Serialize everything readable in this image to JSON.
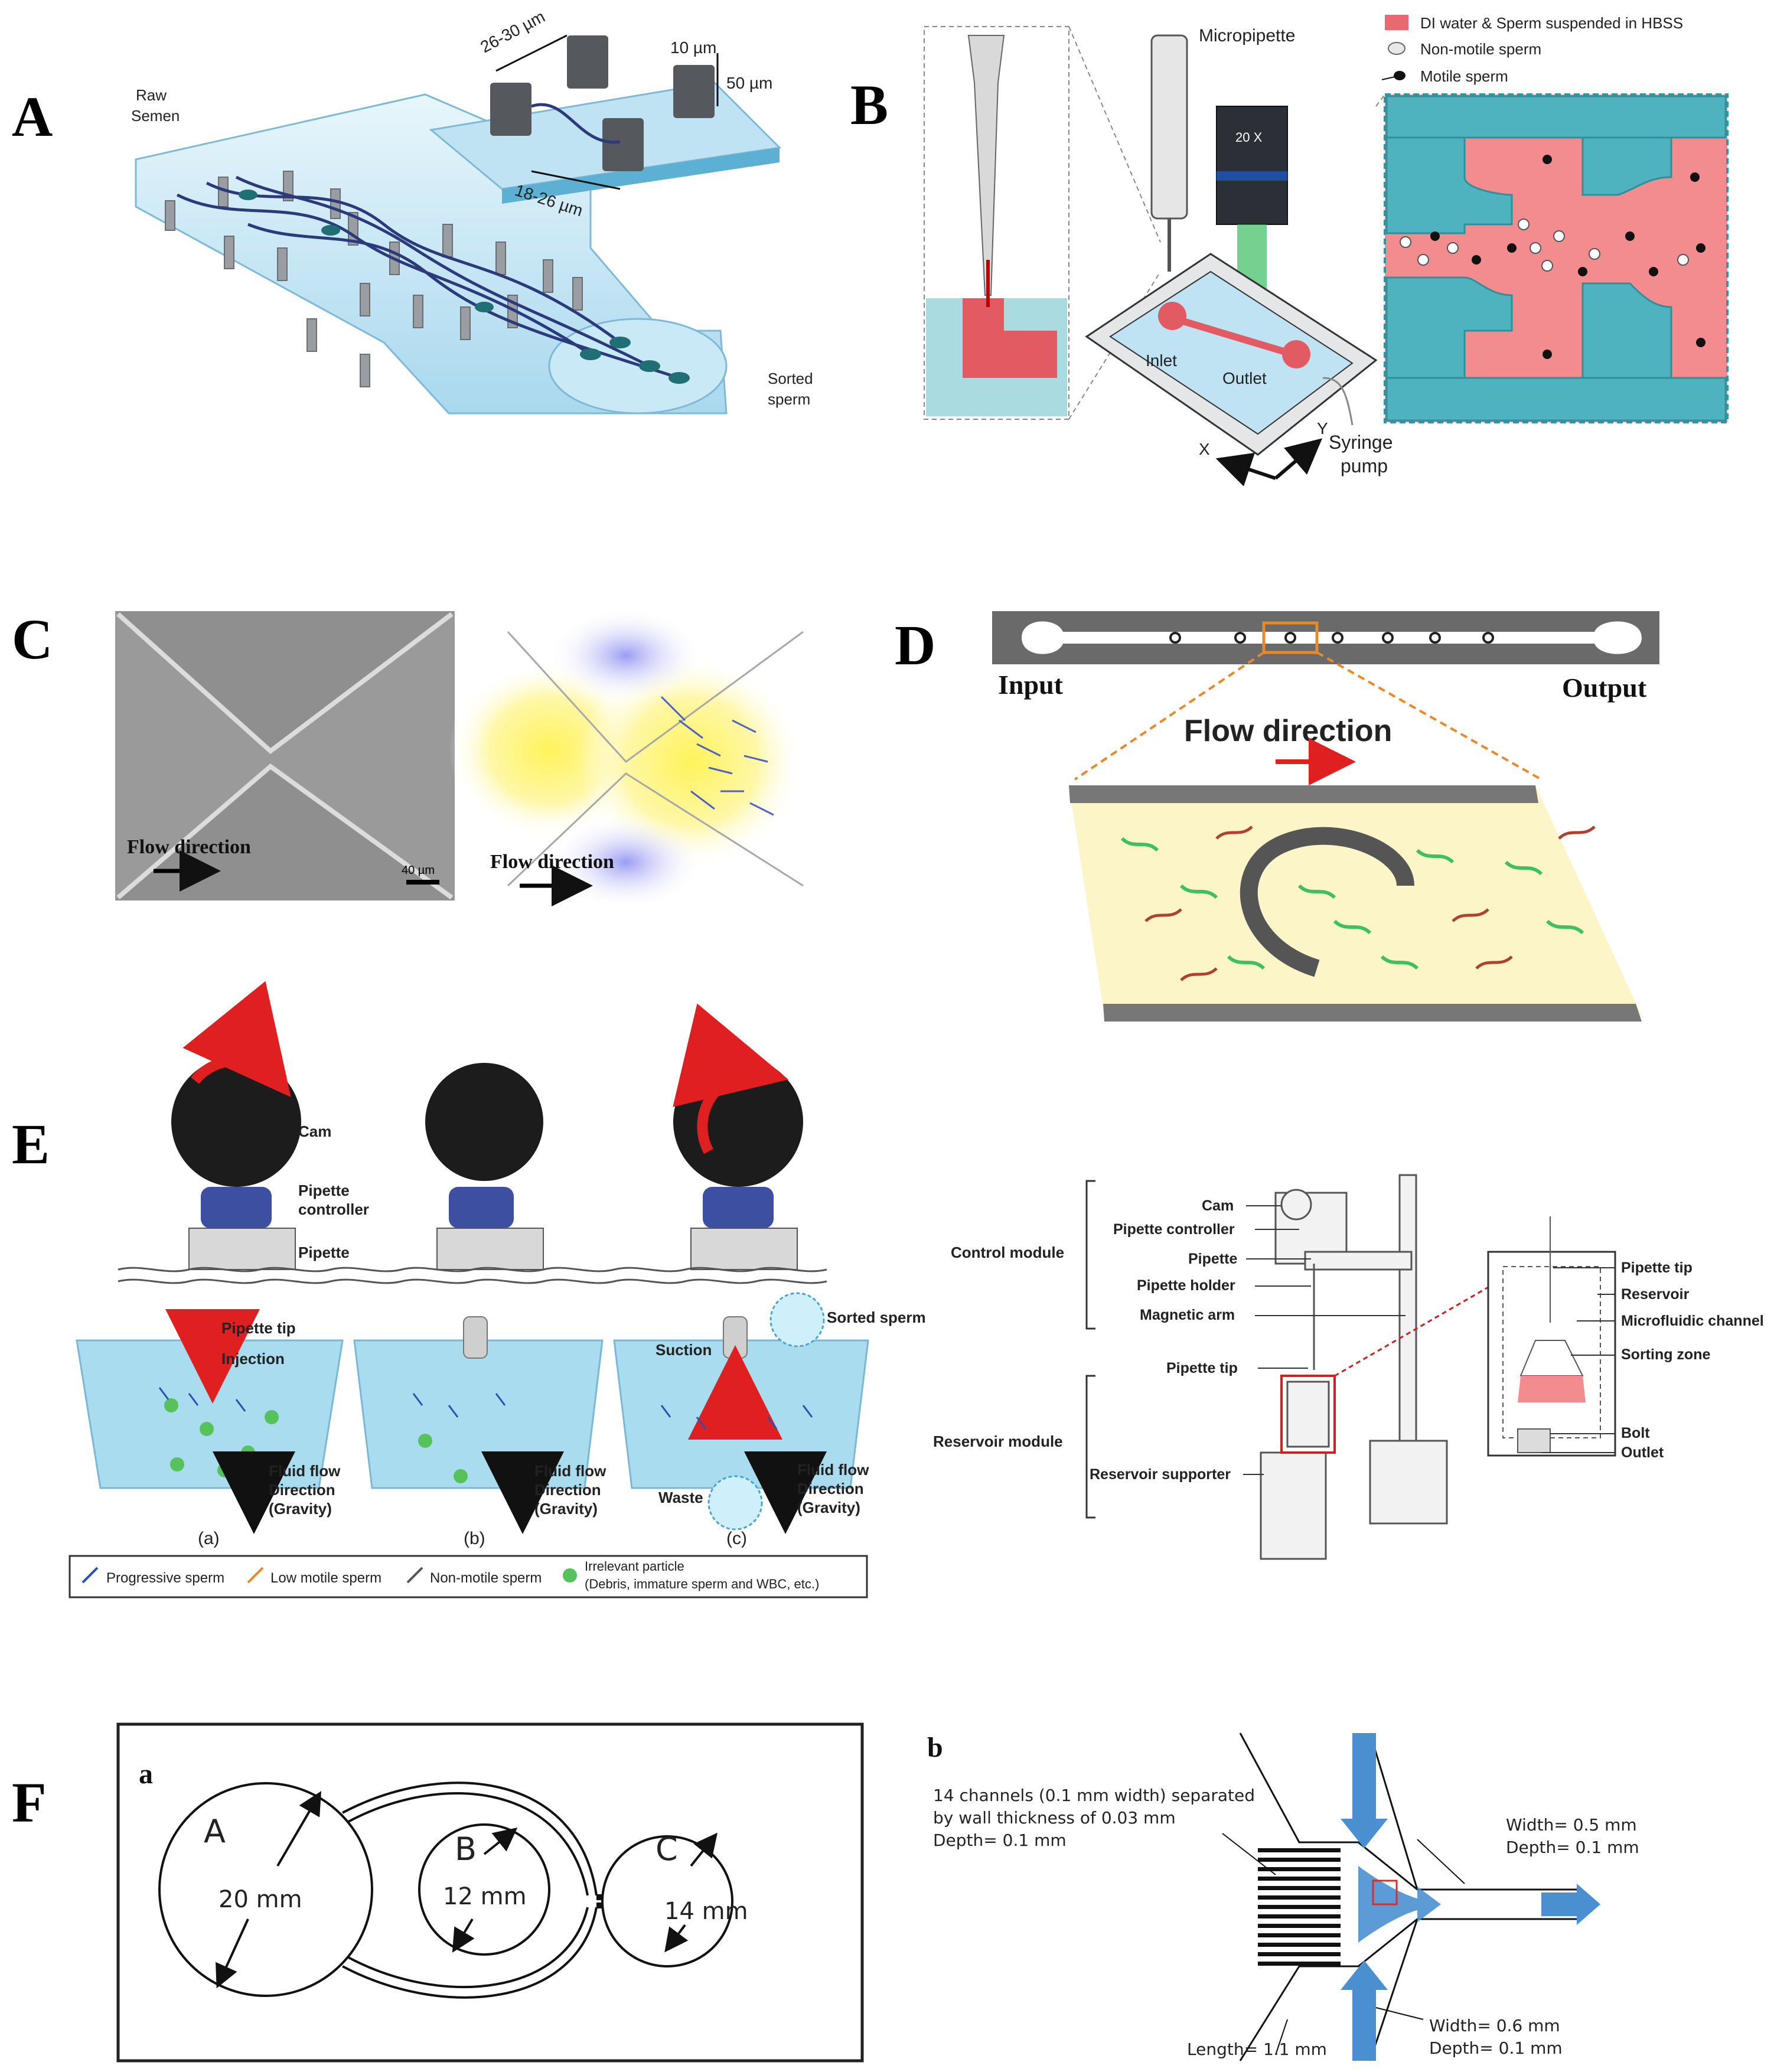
{
  "panels": {
    "A": {
      "letter": "A",
      "raw_semen": [
        "Raw",
        "Semen"
      ],
      "sorted_sperm": [
        "Sorted",
        "sperm"
      ],
      "dim_diag": "26-30 µm",
      "dim_top": "10 µm",
      "dim_height": "50 µm",
      "dim_gap": "18-26 µm"
    },
    "B": {
      "letter": "B",
      "micropipette": "Micropipette",
      "objective": "20 X",
      "legend": [
        "DI water & Sperm suspended in HBSS",
        "Non-motile sperm",
        "Motile sperm"
      ],
      "inlet": "Inlet",
      "outlet": "Outlet",
      "axis_x": "X",
      "axis_y": "Y",
      "syringe_pump": [
        "Syringe",
        "pump"
      ]
    },
    "C": {
      "letter": "C",
      "flow_left": "Flow direction",
      "flow_right": "Flow direction",
      "scale": "40 µm"
    },
    "D": {
      "letter": "D",
      "input": "Input",
      "output": "Output",
      "flow": "Flow direction"
    },
    "E": {
      "letter": "E",
      "cam": "Cam",
      "pipette_controller": [
        "Pipette",
        "controller"
      ],
      "pipette": "Pipette",
      "pipette_tip": "Pipette tip",
      "injection": "Injection",
      "suction": "Suction",
      "sorted_sperm": "Sorted sperm",
      "waste": "Waste",
      "fluid_flow": [
        "Fluid flow",
        "Direction",
        "(Gravity)"
      ],
      "sublabels": [
        "(a)",
        "(b)",
        "(c)"
      ],
      "legend": [
        "Progressive sperm",
        "Low motile sperm",
        "Non-motile sperm",
        "Irrelevant particle",
        "(Debris, immature sperm and WBC, etc.)"
      ],
      "right": {
        "control_module": "Control module",
        "reservoir_module": "Reservoir module",
        "left_labels": [
          "Cam",
          "Pipette controller",
          "Pipette",
          "Pipette holder",
          "Magnetic arm",
          "Pipette tip",
          "Reservoir supporter"
        ],
        "right_labels": [
          "Pipette tip",
          "Reservoir",
          "Microfluidic channel",
          "Sorting zone",
          "Bolt",
          "Outlet"
        ]
      }
    },
    "F": {
      "letter": "F",
      "sub_a": "a",
      "sub_b": "b",
      "circleA": "A",
      "circleB": "B",
      "circleC": "C",
      "dimA": "20 mm",
      "dimB": "12 mm",
      "dimC": "14 mm",
      "channels_text": [
        "14 channels (0.1 mm width) separated",
        "by wall thickness of 0.03 mm",
        "Depth= 0.1 mm"
      ],
      "out_text": [
        "Width= 0.5 mm",
        "Depth= 0.1 mm"
      ],
      "in_text": [
        "Width= 0.6 mm",
        "Depth= 0.1 mm"
      ],
      "length_text": "Length= 1.1 mm"
    }
  },
  "colors": {
    "channel_blue": "#bfe3f2",
    "pink": "#ee8a8f",
    "teal": "#4fb3bf",
    "flow_red": "#e02020",
    "arrow_blue": "#4a90d0",
    "orange_box": "#e8892a"
  }
}
